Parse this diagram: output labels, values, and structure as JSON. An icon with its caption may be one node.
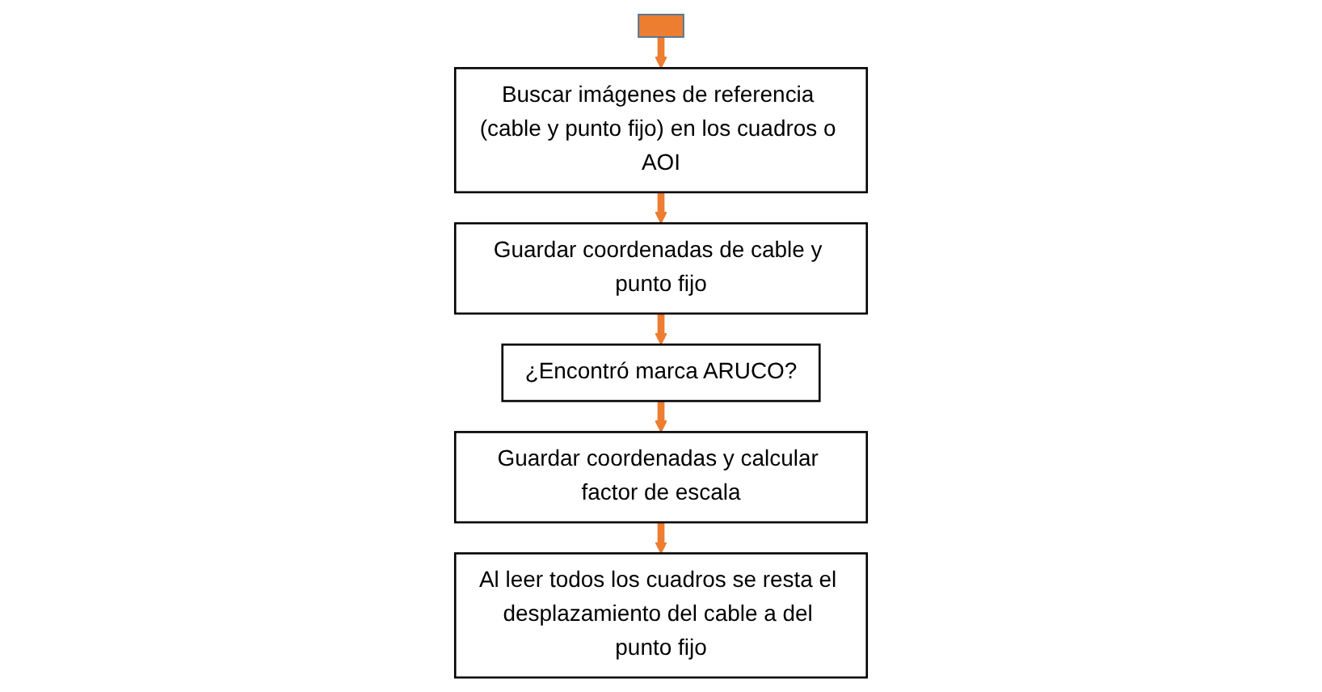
{
  "diagram": {
    "nodes": [
      {
        "text": [],
        "shape": "bar"
      },
      {
        "text": [
          "Buscar imágenes de referencia (cable y punto fijo) en los cuadros o AOI"
        ]
      },
      {
        "text": [
          "Guardar coordenadas de cable y punto fijo"
        ]
      },
      {
        "text": [
          "¿Encontró marca ARUCO?"
        ]
      },
      {
        "text": [
          "Guardar coordenadas y calcular factor de escala"
        ]
      },
      {
        "text": [
          "Al leer todos los cuadros se resta el desplazamiento del cable a del punto fijo"
        ]
      }
    ],
    "edges": [
      {
        "from": 0,
        "to": 1,
        "arrow": "to"
      },
      {
        "from": 1,
        "to": 2,
        "arrow": "to"
      },
      {
        "from": 2,
        "to": 3,
        "arrow": "to"
      },
      {
        "from": 3,
        "to": 4,
        "arrow": "to"
      },
      {
        "from": 4,
        "to": 5,
        "arrow": "to"
      }
    ]
  }
}
